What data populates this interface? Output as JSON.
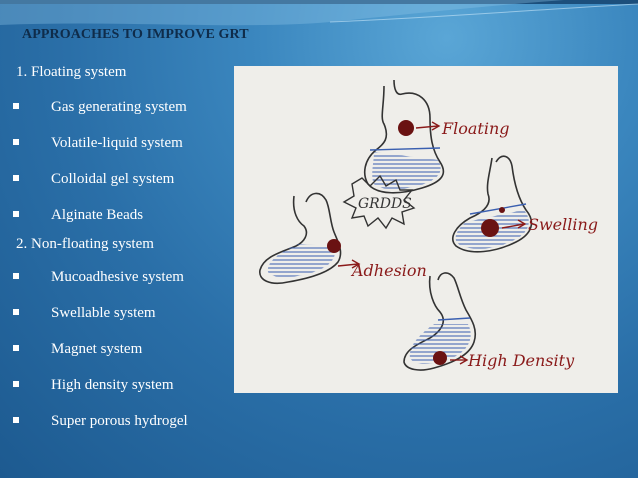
{
  "slide": {
    "title": "APPROACHES TO IMPROVE GRT",
    "floating_header": "1. Floating system",
    "floating_items": [
      "Gas generating system",
      "Volatile-liquid system",
      "Colloidal gel system",
      "Alginate Beads"
    ],
    "nonfloating_header": "2. Non-floating system",
    "nonfloating_items": [
      "Mucoadhesive system",
      "Swellable system",
      "Magnet system",
      "High density system",
      "Super porous hydrogel"
    ]
  },
  "figure": {
    "labels": {
      "floating": "Floating",
      "center": "GRDDS",
      "swelling": "Swelling",
      "adhesion": "Adhesion",
      "high_density": "High Density"
    }
  },
  "colors": {
    "background": "#2a6fa8",
    "title": "#0f2c4a",
    "text": "#ffffff",
    "figure_bg": "#efeeea",
    "ink_red": "#8a1a1a",
    "ink_blue": "#3a5fb0",
    "dot": "#6a1212"
  }
}
